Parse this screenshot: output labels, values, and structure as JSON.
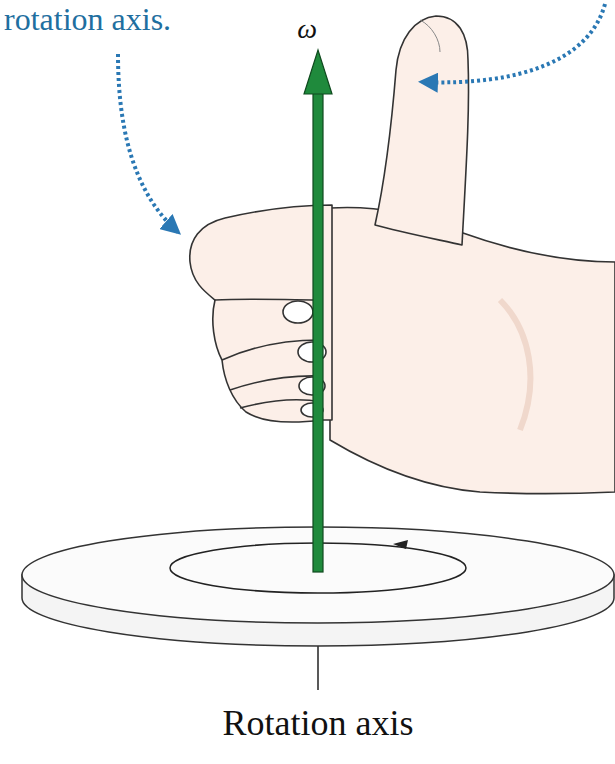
{
  "diagram": {
    "labels": [
      "rotation axis.",
      "ω⃗",
      "Rotation axis"
    ]
  }
}
